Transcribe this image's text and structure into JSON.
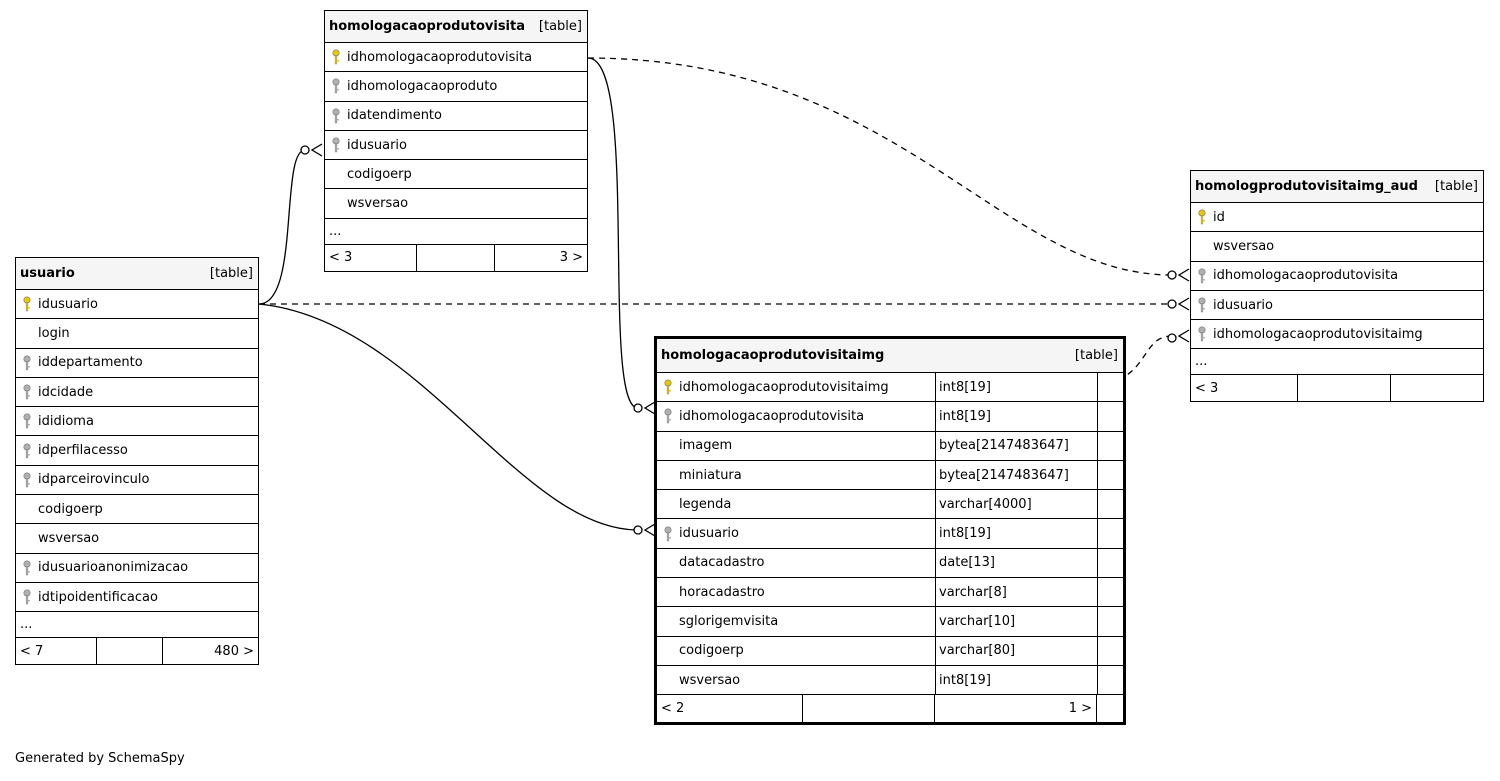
{
  "tables": {
    "hpv": {
      "name": "homologacaoprodutovisita",
      "tag": "[table]",
      "columns": [
        {
          "name": "idhomologacaoprodutovisita",
          "key": "primary"
        },
        {
          "name": "idhomologacaoproduto",
          "key": "foreign"
        },
        {
          "name": "idatendimento",
          "key": "foreign"
        },
        {
          "name": "idusuario",
          "key": "foreign"
        },
        {
          "name": "codigoerp",
          "key": "none"
        },
        {
          "name": "wsversao",
          "key": "none"
        }
      ],
      "ellipsis": "...",
      "footer": {
        "left": "< 3",
        "right": "3 >"
      }
    },
    "usuario": {
      "name": "usuario",
      "tag": "[table]",
      "columns": [
        {
          "name": "idusuario",
          "key": "primary"
        },
        {
          "name": "login",
          "key": "none"
        },
        {
          "name": "iddepartamento",
          "key": "foreign"
        },
        {
          "name": "idcidade",
          "key": "foreign"
        },
        {
          "name": "ididioma",
          "key": "foreign"
        },
        {
          "name": "idperfilacesso",
          "key": "foreign"
        },
        {
          "name": "idparceirovinculo",
          "key": "foreign"
        },
        {
          "name": "codigoerp",
          "key": "none"
        },
        {
          "name": "wsversao",
          "key": "none"
        },
        {
          "name": "idusuarioanonimizacao",
          "key": "foreign"
        },
        {
          "name": "idtipoidentificacao",
          "key": "foreign"
        }
      ],
      "ellipsis": "...",
      "footer": {
        "left": "< 7",
        "right": "480 >"
      }
    },
    "hpvi": {
      "name": "homologacaoprodutovisitaimg",
      "tag": "[table]",
      "columns": [
        {
          "name": "idhomologacaoprodutovisitaimg",
          "key": "primary",
          "type": "int8[19]"
        },
        {
          "name": "idhomologacaoprodutovisita",
          "key": "foreign",
          "type": "int8[19]"
        },
        {
          "name": "imagem",
          "key": "none",
          "type": "bytea[2147483647]"
        },
        {
          "name": "miniatura",
          "key": "none",
          "type": "bytea[2147483647]"
        },
        {
          "name": "legenda",
          "key": "none",
          "type": "varchar[4000]"
        },
        {
          "name": "idusuario",
          "key": "foreign",
          "type": "int8[19]"
        },
        {
          "name": "datacadastro",
          "key": "none",
          "type": "date[13]"
        },
        {
          "name": "horacadastro",
          "key": "none",
          "type": "varchar[8]"
        },
        {
          "name": "sglorigemvisita",
          "key": "none",
          "type": "varchar[10]"
        },
        {
          "name": "codigoerp",
          "key": "none",
          "type": "varchar[80]"
        },
        {
          "name": "wsversao",
          "key": "none",
          "type": "int8[19]"
        }
      ],
      "footer": {
        "left": "< 2",
        "right": "1 >"
      }
    },
    "aud": {
      "name": "homologprodutovisitaimg_aud",
      "tag": "[table]",
      "columns": [
        {
          "name": "id",
          "key": "primary"
        },
        {
          "name": "wsversao",
          "key": "none"
        },
        {
          "name": "idhomologacaoprodutovisita",
          "key": "foreign"
        },
        {
          "name": "idusuario",
          "key": "foreign"
        },
        {
          "name": "idhomologacaoprodutovisitaimg",
          "key": "foreign"
        }
      ],
      "ellipsis": "...",
      "footer": {
        "left": "< 3",
        "right": ""
      }
    }
  },
  "colors": {
    "primary_key": "#e8c800",
    "foreign_key": "#b0b0b0"
  },
  "generated_by": "Generated by SchemaSpy"
}
